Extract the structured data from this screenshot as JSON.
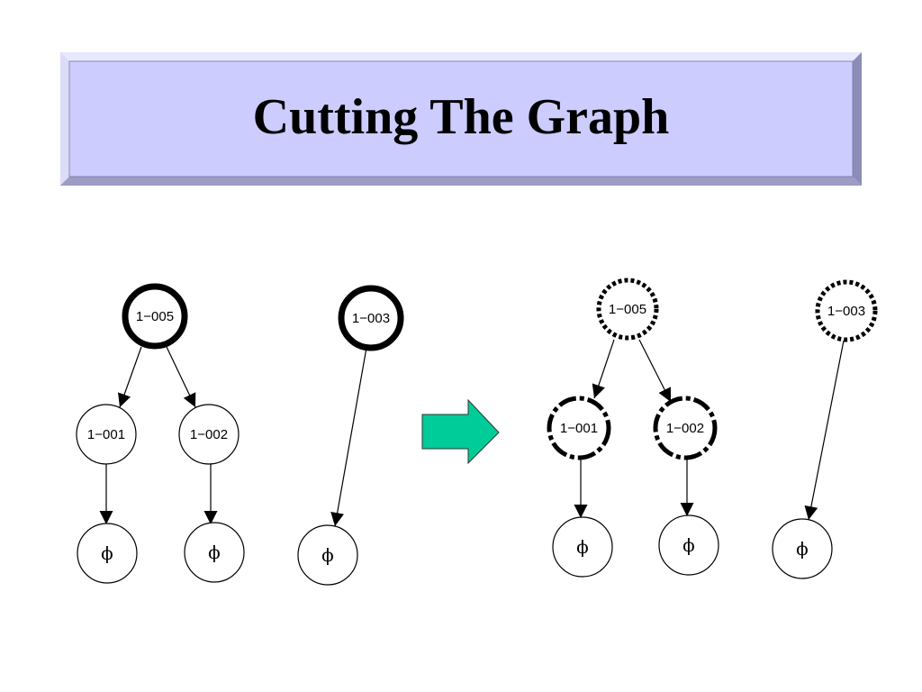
{
  "title": "Cutting The Graph",
  "colors": {
    "banner_fill": "#ccccff",
    "banner_bevel_light": "#e8e8ff",
    "banner_bevel_dark": "#8c8cb8",
    "arrow_fill": "#00cc99",
    "ink": "#000000"
  },
  "left_graph": {
    "nodes": [
      {
        "id": "n005",
        "label": "1−005",
        "style": "bold"
      },
      {
        "id": "n003",
        "label": "1−003",
        "style": "bold"
      },
      {
        "id": "n001",
        "label": "1−001",
        "style": "normal"
      },
      {
        "id": "n002",
        "label": "1−002",
        "style": "normal"
      },
      {
        "id": "p1",
        "label": "ϕ",
        "style": "phi"
      },
      {
        "id": "p2",
        "label": "ϕ",
        "style": "phi"
      },
      {
        "id": "p3",
        "label": "ϕ",
        "style": "phi"
      }
    ]
  },
  "right_graph": {
    "nodes": [
      {
        "id": "n005",
        "label": "1−005",
        "style": "dotted"
      },
      {
        "id": "n003",
        "label": "1−003",
        "style": "dotted"
      },
      {
        "id": "n001",
        "label": "1−001",
        "style": "dashed"
      },
      {
        "id": "n002",
        "label": "1−002",
        "style": "dashed"
      },
      {
        "id": "p1",
        "label": "ϕ",
        "style": "phi"
      },
      {
        "id": "p2",
        "label": "ϕ",
        "style": "phi"
      },
      {
        "id": "p3",
        "label": "ϕ",
        "style": "phi"
      }
    ]
  },
  "arrow_icon": "right-arrow-icon"
}
